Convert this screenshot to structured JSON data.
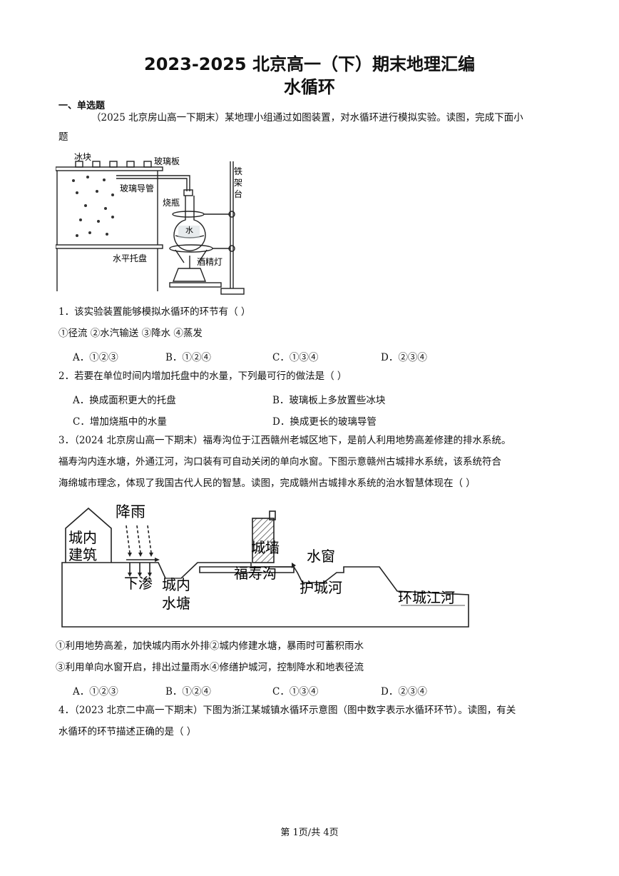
{
  "header": {
    "title": "2023-2025 北京高一（下）期末地理汇编",
    "subtitle": "水循环"
  },
  "section": "一、单选题",
  "intro1": {
    "line1": "（2025 北京房山高一下期末）某地理小组通过如图装置，对水循环进行模拟实验。读图，完成下面小",
    "line2": "题"
  },
  "fig1": {
    "ice": "冰块",
    "glass_plate": "玻璃板",
    "glass_tube": "玻璃导管",
    "flask": "烧瓶",
    "water": "水",
    "stand": [
      "铁",
      "架",
      "台"
    ],
    "tray": "水平托盘",
    "lamp": "酒精灯"
  },
  "q1": {
    "stem": "1．该实验装置能够模拟水循环的环节有（    ）",
    "items": "①径流    ②水汽输送    ③降水    ④蒸发",
    "options": [
      "A．①②③",
      "B．①②④",
      "C．①③④",
      "D．②③④"
    ]
  },
  "q2": {
    "stem": "2．若要在单位时间内增加托盘中的水量，下列最可行的做法是（    ）",
    "options": [
      "A．换成面积更大的托盘",
      "B．玻璃板上多放置些冰块",
      "C．增加烧瓶中的水量",
      "D．换成更长的玻璃导管"
    ]
  },
  "q3": {
    "line1": "3．（2024 北京房山高一下期末）福寿沟位于江西赣州老城区地下，是前人利用地势高差修建的排水系统。",
    "line2": "福寿沟内连水塘，外通江河，沟口装有可自动关闭的单向水窗。下图示意赣州古城排水系统，该系统符合",
    "line3": "海绵城市理念，体现了我国古代人民的智慧。读图，完成赣州古城排水系统的治水智慧体现在（    ）",
    "statement1": "①利用地势高差，加快城内雨水外排②城内修建水塘，暴雨时可蓄积雨水",
    "statement2": "③利用单向水窗开启，排出过量雨水④修缮护城河，控制降水和地表径流",
    "options": [
      "A．①②③",
      "B．①②④",
      "C．①③④",
      "D．②③④"
    ]
  },
  "fig2": {
    "rain": "降雨",
    "building": [
      "城内",
      "建筑"
    ],
    "infiltration": "下渗",
    "pond": [
      "城内",
      "水塘"
    ],
    "wall": "城墙",
    "window": "水窗",
    "ditch": "福寿沟",
    "moat": "护城河",
    "river": "环城江河"
  },
  "q4": {
    "line1": "4．（2023 北京二中高一下期末）下图为浙江某城镇水循环示意图（图中数字表示水循环环节）。读图，有关",
    "line2": "水循环的环节描述正确的是（    ）"
  },
  "footer": "第 1页/共 4页"
}
